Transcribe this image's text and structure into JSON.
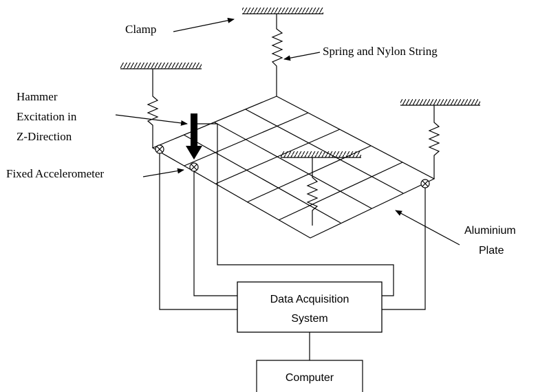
{
  "labels": {
    "clamp": "Clamp",
    "spring": "Spring and Nylon String",
    "hammer_line1": "Hammer",
    "hammer_line2": "Excitation in",
    "hammer_line3": "Z-Direction",
    "accelerometer": "Fixed Accelerometer",
    "plate_line1": "Aluminium",
    "plate_line2": "Plate"
  },
  "boxes": {
    "daq_line1": "Data Acquisition",
    "daq_line2": "System",
    "computer": "Computer"
  }
}
